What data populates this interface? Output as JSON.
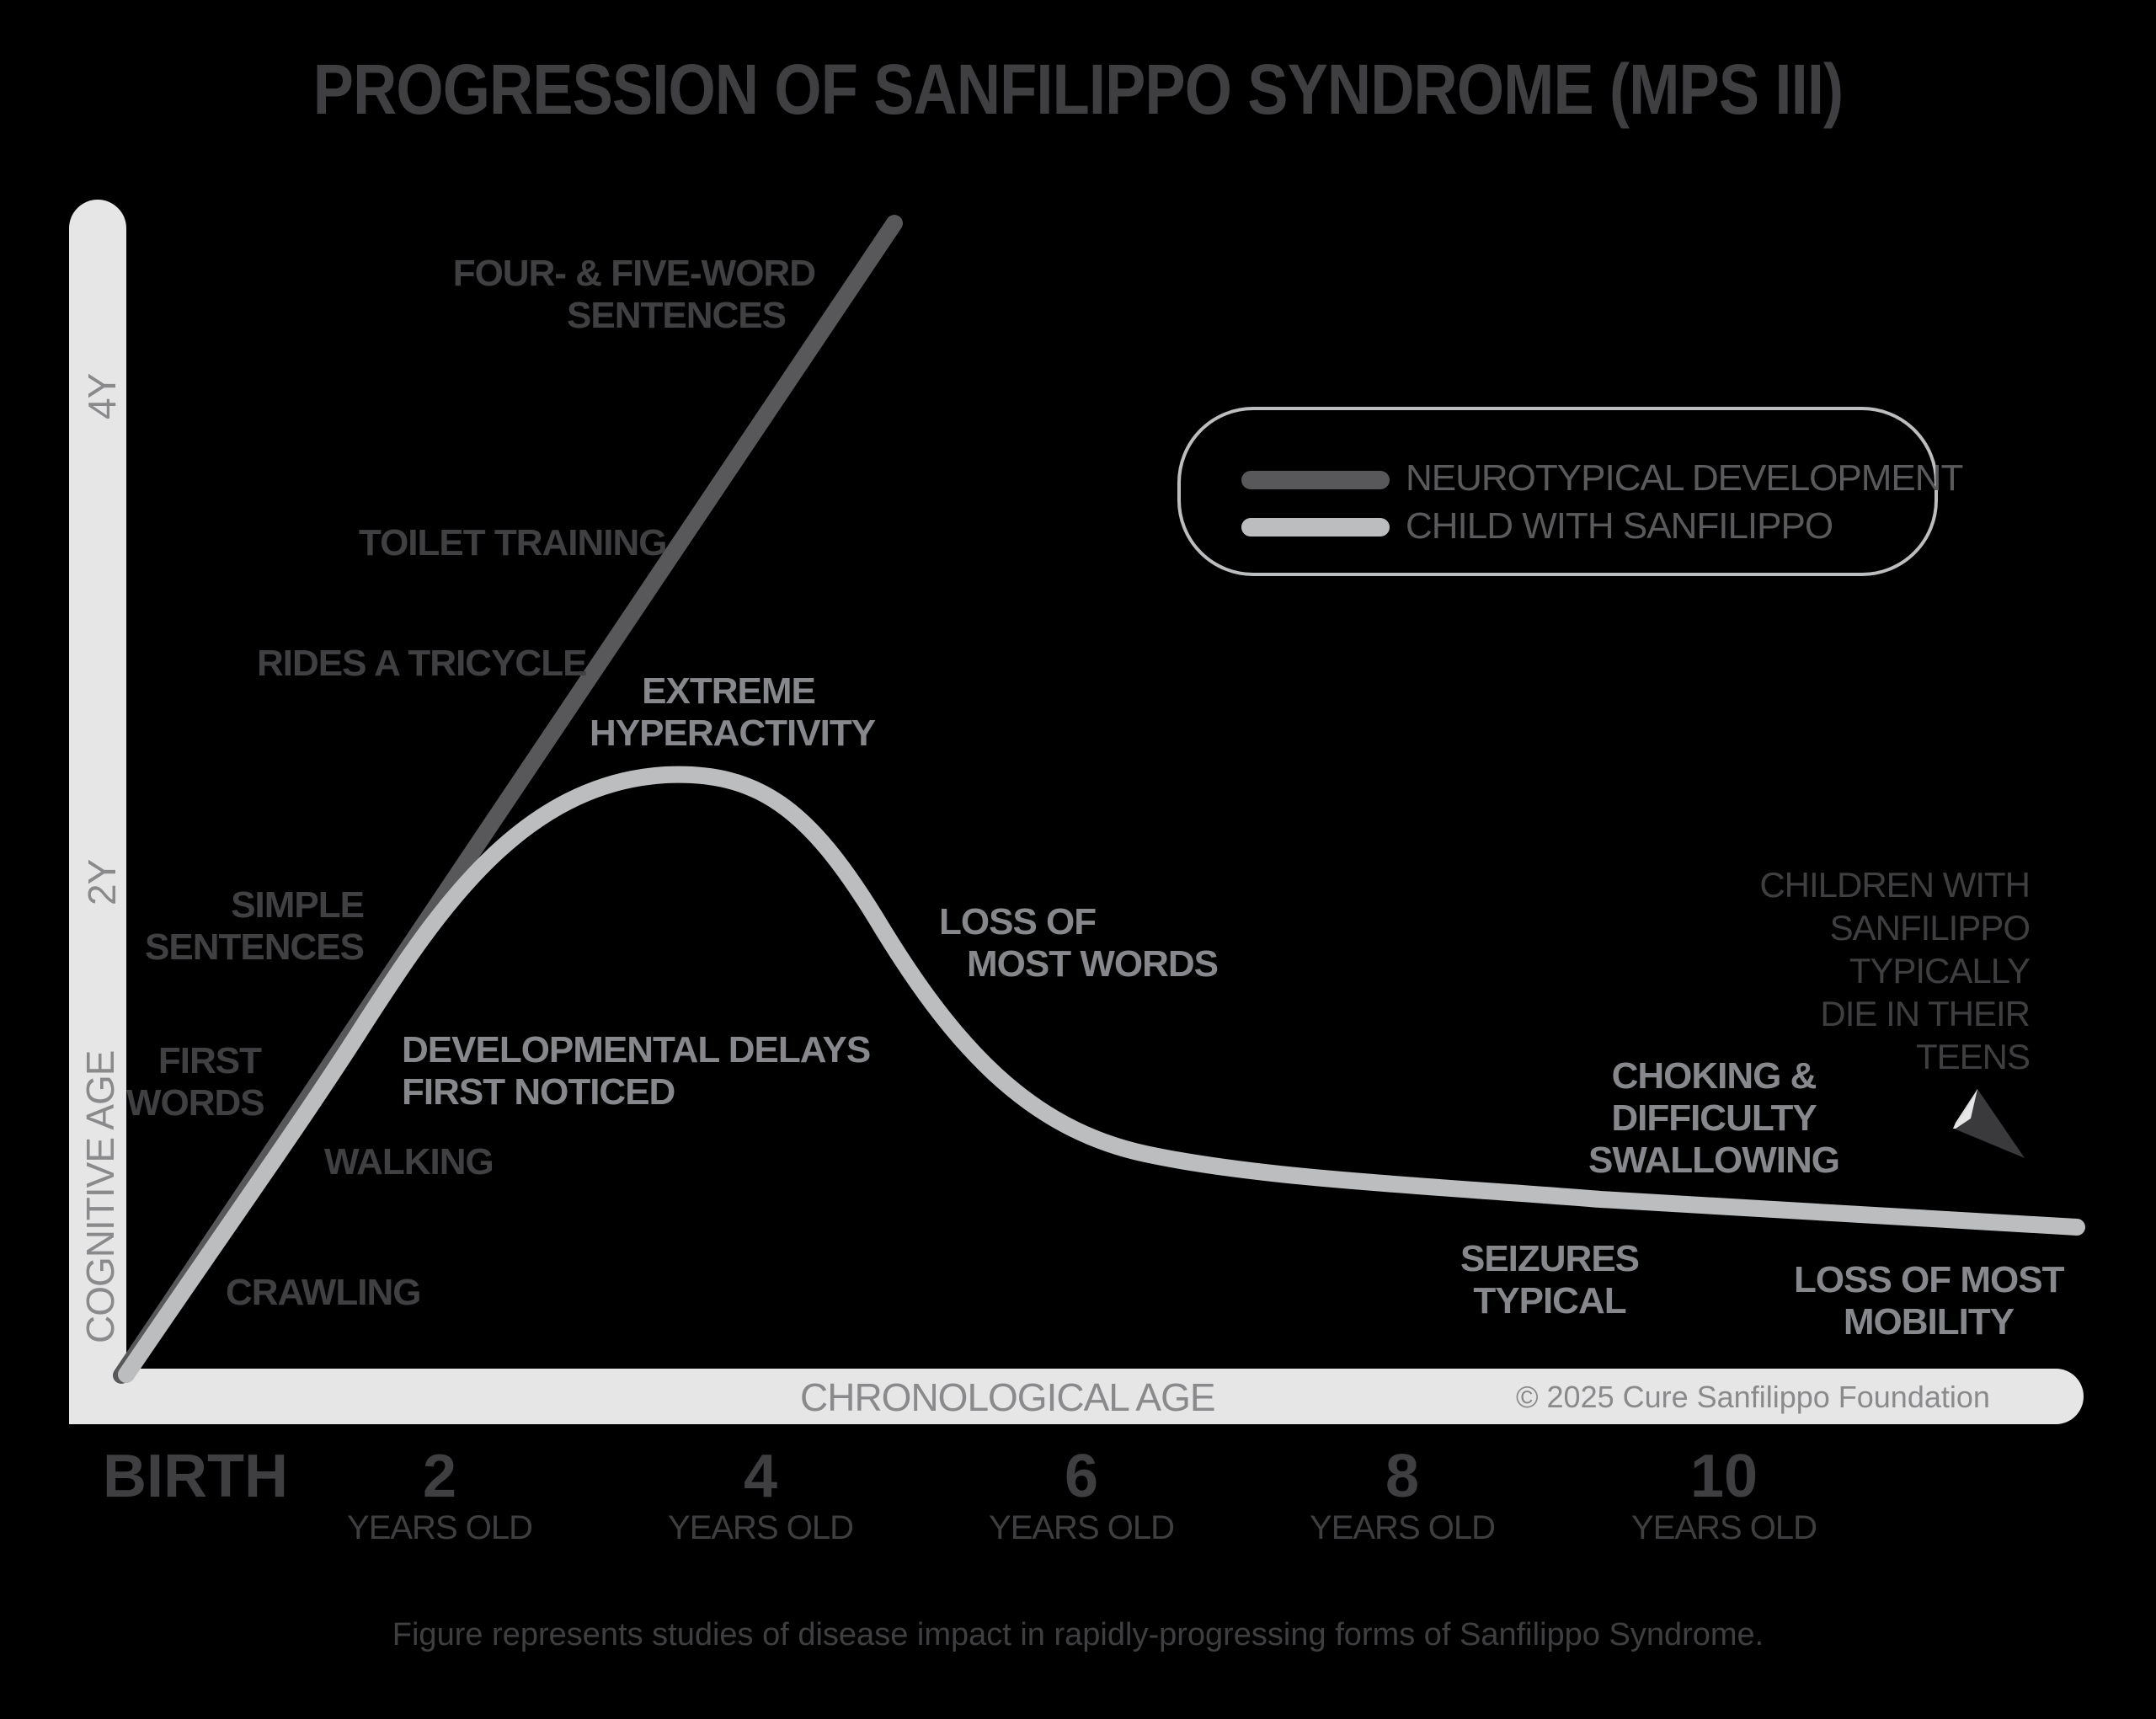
{
  "title": "PROGRESSION OF SANFILIPPO SYNDROME (MPS III)",
  "caption": "Figure represents studies of disease impact in rapidly-progressing forms of Sanfilippo Syndrome.",
  "copyright": "© 2025 Cure Sanfilippo Foundation",
  "colors": {
    "background": "#000000",
    "neurotypical_line": "#58585a",
    "sanfilippo_line": "#bcbdbf",
    "axis_bar": "#e6e6e6",
    "dark_label": "#404042",
    "mid_label": "#87888b"
  },
  "axes": {
    "y_title": "COGNITIVE AGE",
    "y_ticks": [
      "2Y",
      "4Y"
    ],
    "x_title": "CHRONOLOGICAL AGE",
    "x_ticks": [
      {
        "num": "BIRTH",
        "sub": ""
      },
      {
        "num": "2",
        "sub": "YEARS OLD"
      },
      {
        "num": "4",
        "sub": "YEARS OLD"
      },
      {
        "num": "6",
        "sub": "YEARS OLD"
      },
      {
        "num": "8",
        "sub": "YEARS OLD"
      },
      {
        "num": "10",
        "sub": "YEARS OLD"
      }
    ]
  },
  "legend": {
    "items": [
      {
        "label": "NEUROTYPICAL DEVELOPMENT",
        "color": "#58585a"
      },
      {
        "label": "CHILD WITH SANFILIPPO",
        "color": "#bcbdbf"
      }
    ]
  },
  "milestones": {
    "crawling": "CRAWLING",
    "walking": "WALKING",
    "first_words": [
      "FIRST",
      "WORDS"
    ],
    "simple_sentences": [
      "SIMPLE",
      "SENTENCES"
    ],
    "rides_tricycle": "RIDES A TRICYCLE",
    "toilet_training": "TOILET TRAINING",
    "four_five_word": [
      "FOUR- & FIVE-WORD",
      "SENTENCES"
    ]
  },
  "disease_events": {
    "developmental_delays": [
      "DEVELOPMENTAL DELAYS",
      "FIRST NOTICED"
    ],
    "hyperactivity": [
      "EXTREME",
      "HYPERACTIVITY"
    ],
    "loss_words": [
      "LOSS OF",
      "MOST WORDS"
    ],
    "seizures": [
      "SEIZURES",
      "TYPICAL"
    ],
    "choking": [
      "CHOKING &",
      "DIFFICULTY",
      "SWALLOWING"
    ],
    "loss_mobility": [
      "LOSS OF MOST",
      "MOBILITY"
    ],
    "teens_note": [
      "CHILDREN WITH",
      "SANFILIPPO",
      "TYPICALLY",
      "DIE IN THEIR",
      "TEENS"
    ]
  },
  "chart_data": {
    "type": "line",
    "title": "PROGRESSION OF SANFILIPPO SYNDROME (MPS III)",
    "xlabel": "CHRONOLOGICAL AGE",
    "ylabel": "COGNITIVE AGE",
    "x_tick_labels": [
      "BIRTH",
      "2 YEARS OLD",
      "4 YEARS OLD",
      "6 YEARS OLD",
      "8 YEARS OLD",
      "10 YEARS OLD"
    ],
    "y_tick_labels": [
      "2Y",
      "4Y"
    ],
    "xlim": [
      0,
      12.5
    ],
    "ylim": [
      0,
      5.5
    ],
    "grid": false,
    "legend_position": "upper right",
    "series": [
      {
        "name": "NEUROTYPICAL DEVELOPMENT",
        "x": [
          0,
          1,
          2,
          3,
          4.0
        ],
        "y": [
          0,
          1.0,
          2.0,
          3.0,
          4.6
        ]
      },
      {
        "name": "CHILD WITH SANFILIPPO",
        "x": [
          0,
          1.2,
          2.0,
          3.0,
          3.5,
          4.0,
          5.0,
          6.0,
          7.0,
          8.0,
          9.0,
          10.0,
          11.0,
          12.0
        ],
        "y": [
          0,
          1.1,
          1.8,
          2.4,
          2.45,
          2.3,
          1.5,
          0.85,
          0.6,
          0.52,
          0.48,
          0.44,
          0.4,
          0.36
        ]
      }
    ],
    "annotations": [
      {
        "text": "CRAWLING",
        "series": "NEUROTYPICAL DEVELOPMENT"
      },
      {
        "text": "WALKING",
        "series": "NEUROTYPICAL DEVELOPMENT"
      },
      {
        "text": "FIRST WORDS",
        "series": "NEUROTYPICAL DEVELOPMENT"
      },
      {
        "text": "SIMPLE SENTENCES",
        "series": "NEUROTYPICAL DEVELOPMENT"
      },
      {
        "text": "RIDES A TRICYCLE",
        "series": "NEUROTYPICAL DEVELOPMENT"
      },
      {
        "text": "TOILET TRAINING",
        "series": "NEUROTYPICAL DEVELOPMENT"
      },
      {
        "text": "FOUR- & FIVE-WORD SENTENCES",
        "series": "NEUROTYPICAL DEVELOPMENT"
      },
      {
        "text": "DEVELOPMENTAL DELAYS FIRST NOTICED",
        "series": "CHILD WITH SANFILIPPO"
      },
      {
        "text": "EXTREME HYPERACTIVITY",
        "series": "CHILD WITH SANFILIPPO"
      },
      {
        "text": "LOSS OF MOST WORDS",
        "series": "CHILD WITH SANFILIPPO"
      },
      {
        "text": "SEIZURES TYPICAL",
        "series": "CHILD WITH SANFILIPPO"
      },
      {
        "text": "CHOKING & DIFFICULTY SWALLOWING",
        "series": "CHILD WITH SANFILIPPO"
      },
      {
        "text": "LOSS OF MOST MOBILITY",
        "series": "CHILD WITH SANFILIPPO"
      },
      {
        "text": "CHILDREN WITH SANFILIPPO TYPICALLY DIE IN THEIR TEENS",
        "series": "CHILD WITH SANFILIPPO"
      }
    ]
  }
}
